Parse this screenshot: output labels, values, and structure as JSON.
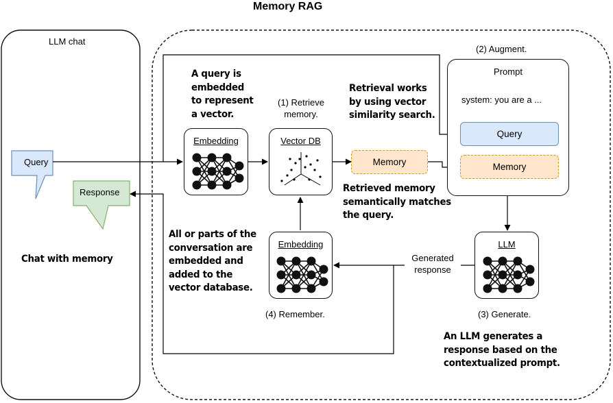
{
  "title": "Memory RAG",
  "chat_panel": {
    "title": "LLM chat",
    "query_label": "Query",
    "response_label": "Response",
    "caption": "Chat with memory"
  },
  "embedding_top": {
    "title": "Embedding"
  },
  "vector_db": {
    "title": "Vector DB"
  },
  "memory_pill": {
    "label": "Memory"
  },
  "prompt": {
    "title": "Prompt",
    "system_text": "system: you are a ...",
    "query_label": "Query",
    "memory_label": "Memory"
  },
  "llm": {
    "title": "LLM"
  },
  "embedding_bottom": {
    "title": "Embedding"
  },
  "steps": {
    "retrieve_line1": "(1) Retrieve",
    "retrieve_line2": "memory.",
    "augment": "(2) Augment.",
    "generate": "(3) Generate.",
    "remember": "(4) Remember."
  },
  "generated_response": {
    "line1": "Generated",
    "line2": "response"
  },
  "notes": {
    "query_embedded": [
      "A query is",
      "embedded",
      "to represent",
      "a vector."
    ],
    "retrieval": [
      "Retrieval works",
      "by using vector",
      "similarity search."
    ],
    "retrieved_memory": [
      "Retrieved memory",
      "semantically matches",
      "the query."
    ],
    "conversation": [
      "All or parts of the",
      "conversation are",
      "embedded and",
      "added to the",
      "vector database."
    ],
    "llm_generates": [
      "An LLM generates a",
      "response based on the",
      "contextualized prompt."
    ]
  },
  "colors": {
    "query_fill": "#dae8fc",
    "query_stroke": "#6c8ebf",
    "response_fill": "#d5e8d4",
    "response_stroke": "#82b366",
    "memory_fill": "#ffe6cc",
    "memory_stroke": "#d79b00"
  },
  "icons": [
    "neural-network-icon",
    "scatter-vector-icon",
    "speech-bubble-icon"
  ]
}
